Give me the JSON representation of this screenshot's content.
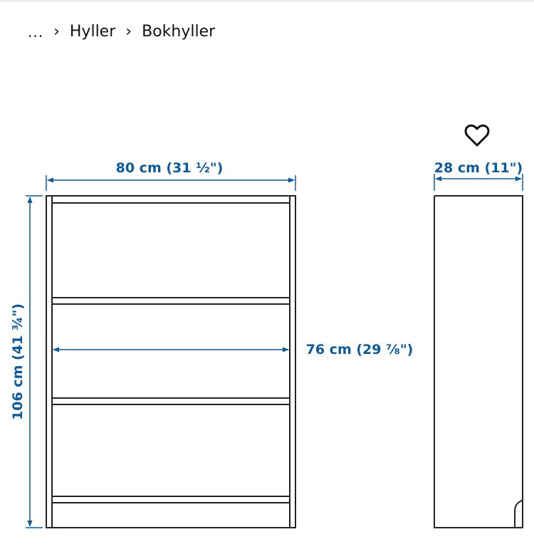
{
  "breadcrumb": {
    "items": [
      {
        "label": "..."
      },
      {
        "label": "Hyller"
      },
      {
        "label": "Bokhyller"
      }
    ],
    "separator": "›"
  },
  "favorite": {
    "icon": "heart-outline-icon"
  },
  "dimensions": {
    "width": "80 cm (31 ½\")",
    "depth": "28 cm (11\")",
    "height": "106 cm (41 ¾\")",
    "inner_width": "76 cm (29 ⅞\")"
  },
  "colors": {
    "dimension_blue": "#0a5a9c",
    "line": "#222222"
  }
}
